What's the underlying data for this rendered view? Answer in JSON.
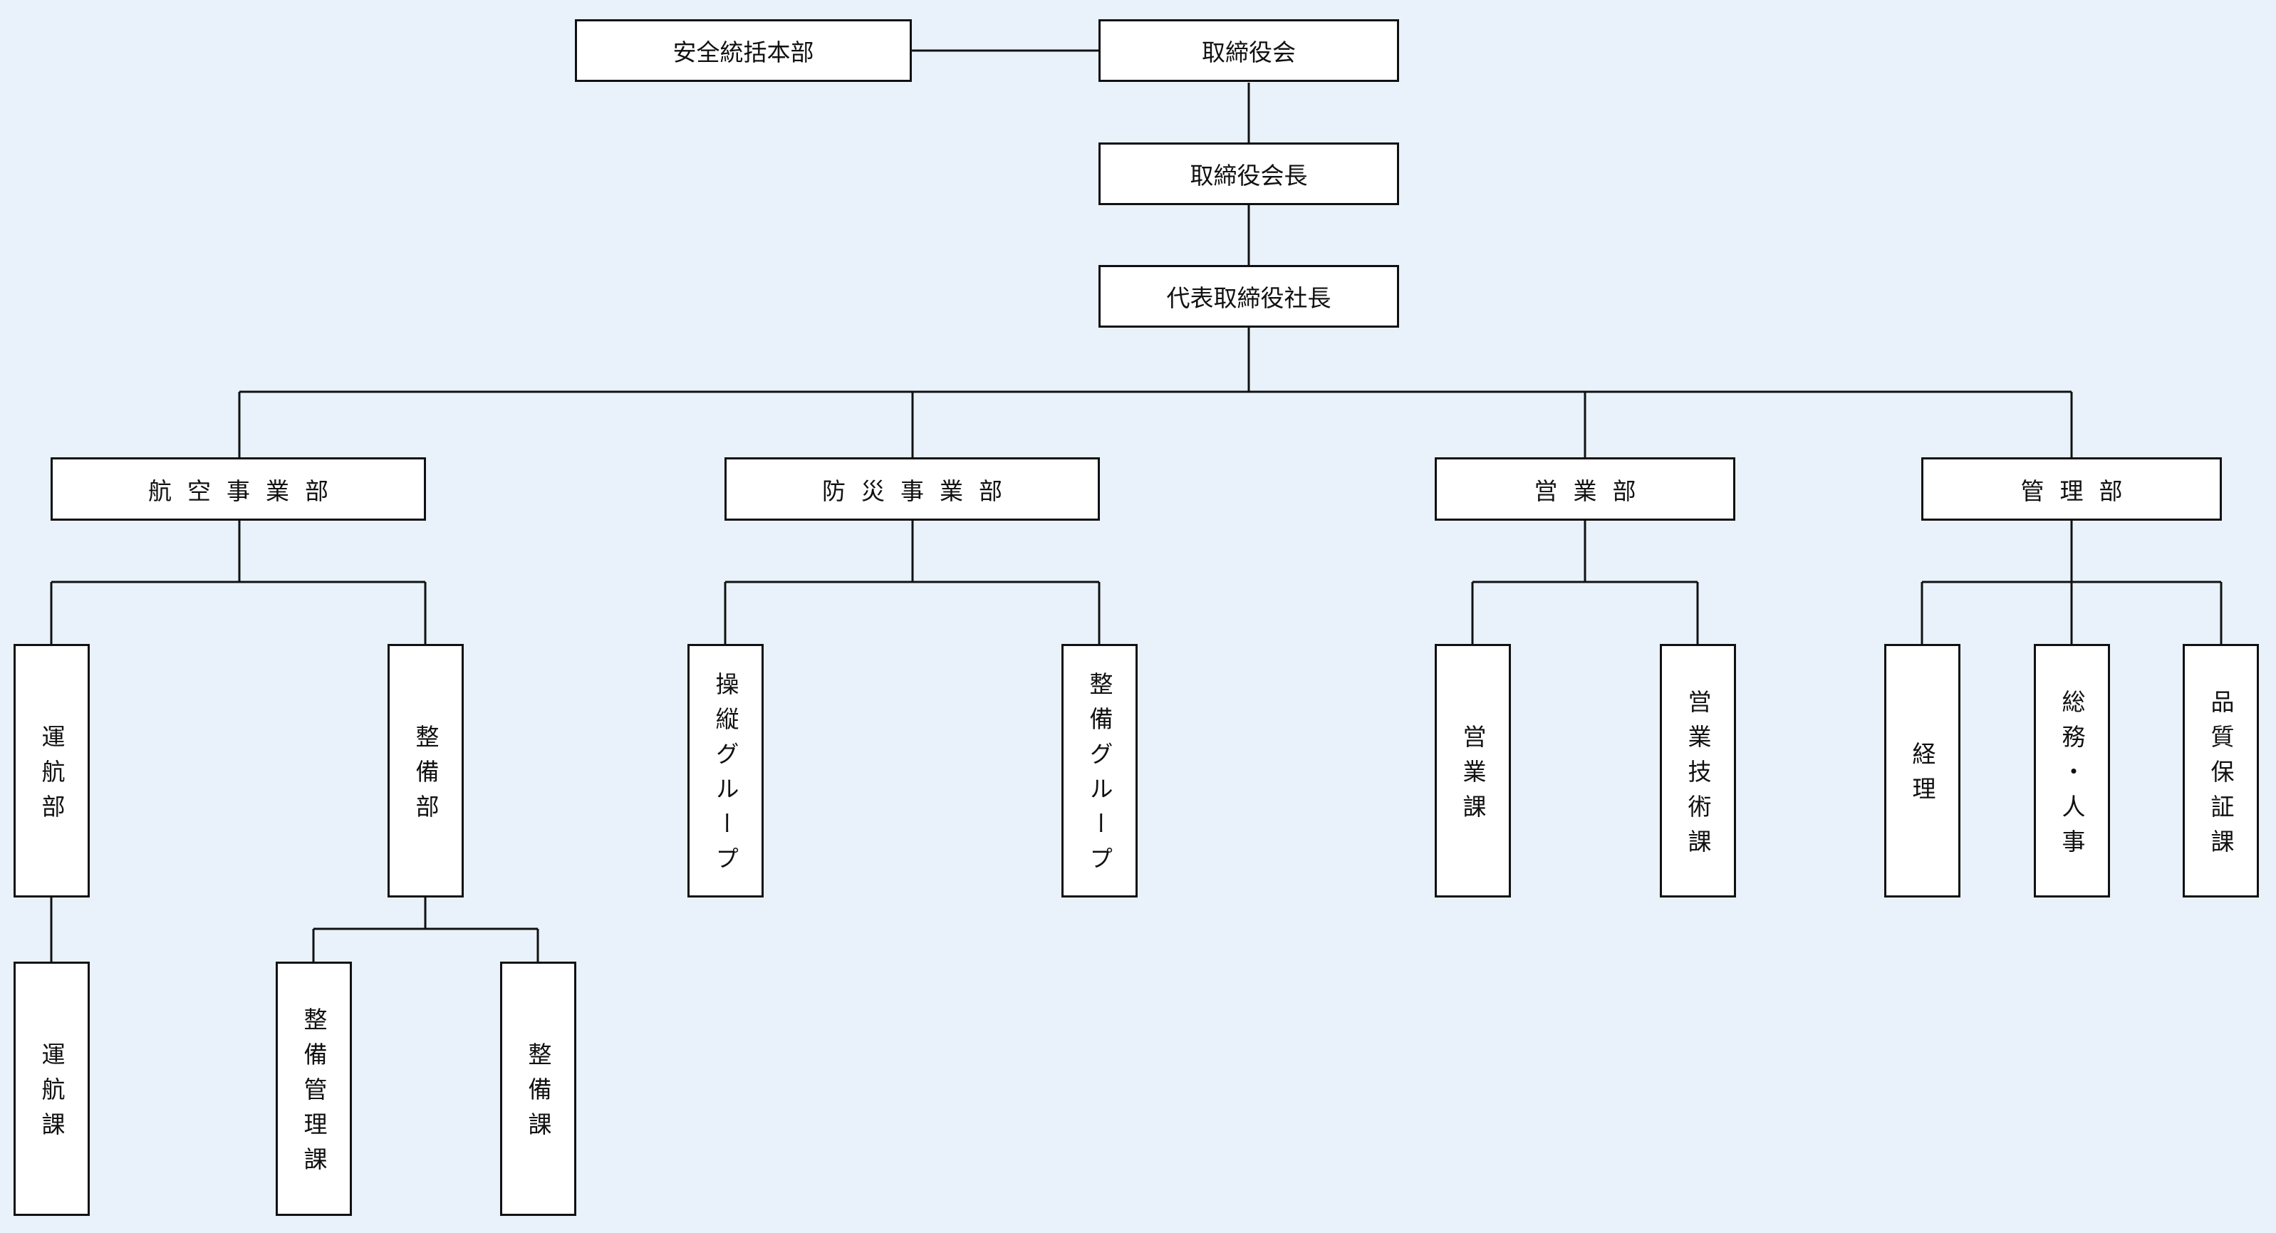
{
  "nodes": {
    "safety": "安全統括本部",
    "board": "取締役会",
    "chairman": "取締役会長",
    "president": "代表取締役社長",
    "aviation": "航空事業部",
    "disaster": "防災事業部",
    "sales": "営業部",
    "management": "管理部",
    "operations_dept": "運航部",
    "maintenance_dept": "整備部",
    "piloting_group": "操縦グループ",
    "maintenance_group": "整備グループ",
    "sales_section": "営業課",
    "sales_tech_section": "営業技術課",
    "accounting": "経理",
    "general_hr": "総務・人事",
    "quality_assurance": "品質保証課",
    "operations_section": "運航課",
    "maintenance_mgmt_section": "整備管理課",
    "maintenance_section": "整備課"
  }
}
